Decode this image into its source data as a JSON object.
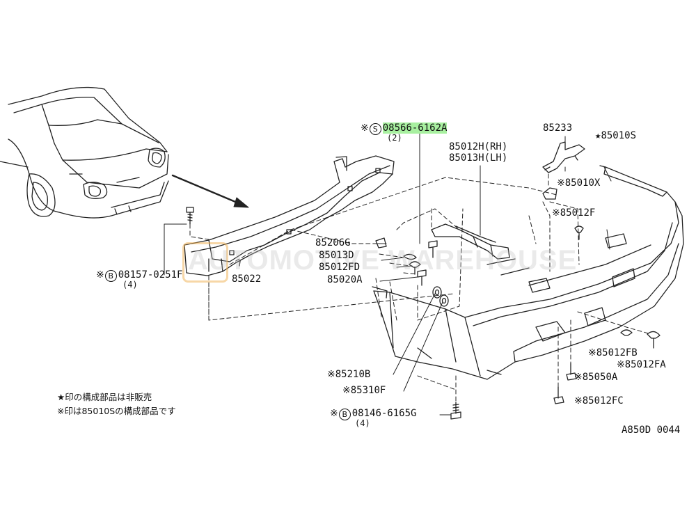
{
  "watermark": "AUTOMOTIVE WAREHOUSE",
  "highlight_color": "#a8f0a0",
  "diagram_code": "A850D 0044",
  "notes": {
    "line1": "★印の構成部品は非販売",
    "line2": "※印は85010Sの構成部品です"
  },
  "callouts": {
    "p08566": {
      "prefix": "※",
      "circle": "S",
      "number": "08566-6162A",
      "qty": "(2)"
    },
    "p85233": {
      "number": "85233"
    },
    "p85010S": {
      "prefix": "★",
      "number": "85010S"
    },
    "p85012H": {
      "number": "85012H(RH)"
    },
    "p85013H": {
      "number": "85013H(LH)"
    },
    "p85010X": {
      "prefix": "※",
      "number": "85010X"
    },
    "p85012F": {
      "prefix": "※",
      "number": "85012F"
    },
    "p85206G": {
      "number": "85206G"
    },
    "p85013D": {
      "number": "85013D"
    },
    "p85012FD": {
      "number": "85012FD"
    },
    "p85020A": {
      "number": "85020A"
    },
    "p85022": {
      "number": "85022"
    },
    "p08157": {
      "prefix": "※",
      "circle": "B",
      "number": "08157-0251F",
      "qty": "(4)"
    },
    "p85210B": {
      "prefix": "※",
      "number": "85210B"
    },
    "p85310F": {
      "prefix": "※",
      "number": "85310F"
    },
    "p08146": {
      "prefix": "※",
      "circle": "B",
      "number": "08146-6165G",
      "qty": "(4)"
    },
    "p85012FB": {
      "prefix": "※",
      "number": "85012FB"
    },
    "p85012FA": {
      "prefix": "※",
      "number": "85012FA"
    },
    "p85050A": {
      "prefix": "※",
      "number": "85050A"
    },
    "p85012FC": {
      "prefix": "※",
      "number": "85012FC"
    }
  }
}
